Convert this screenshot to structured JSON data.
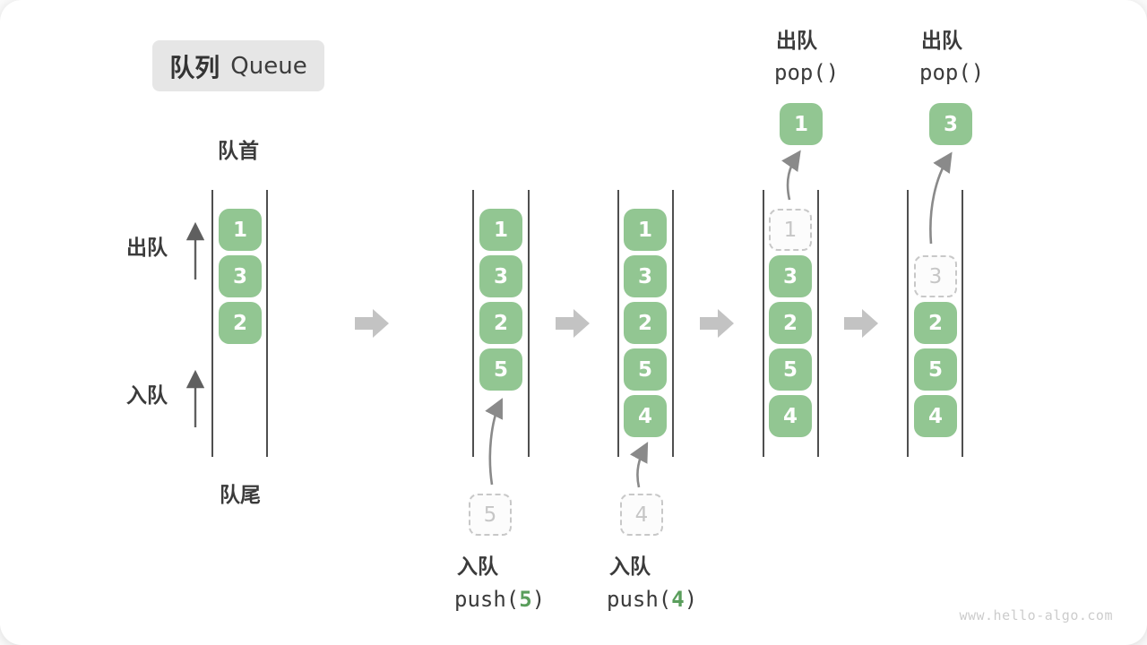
{
  "title": {
    "zh": "队列",
    "en": "Queue"
  },
  "side_labels": {
    "front": "队首",
    "rear": "队尾",
    "dequeue": "出队",
    "enqueue": "入队"
  },
  "watermark": "www.hello-algo.com",
  "colors": {
    "box_green": "#92c692",
    "code_green": "#5a9e5c",
    "ghost_gray": "#c6c6c6",
    "block_arrow_gray": "#c3c3c3",
    "line_dark": "#4f4f4f"
  },
  "queues": [
    {
      "cells": [
        "1",
        "3",
        "2"
      ]
    },
    {
      "cells": [
        "1",
        "3",
        "2",
        "5"
      ],
      "pending": "5",
      "op": {
        "zh": "入队",
        "code_pre": "push(",
        "arg": "5",
        "code_post": ")"
      }
    },
    {
      "cells": [
        "1",
        "3",
        "2",
        "5",
        "4"
      ],
      "pending": "4",
      "op": {
        "zh": "入队",
        "code_pre": "push(",
        "arg": "4",
        "code_post": ")"
      }
    },
    {
      "ghost": "1",
      "cells": [
        "3",
        "2",
        "5",
        "4"
      ],
      "popped": "1",
      "op": {
        "zh": "出队",
        "code": "pop()"
      }
    },
    {
      "ghost": "3",
      "cells": [
        "2",
        "5",
        "4"
      ],
      "popped": "3",
      "op": {
        "zh": "出队",
        "code": "pop()"
      }
    }
  ]
}
